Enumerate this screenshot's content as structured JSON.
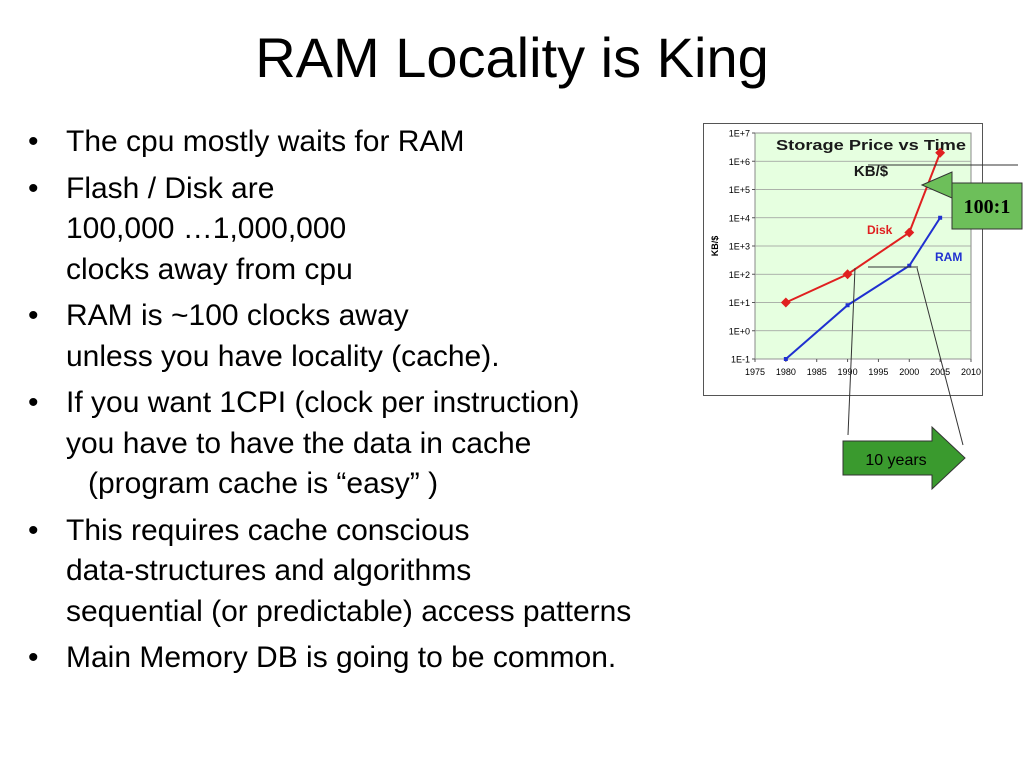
{
  "slide": {
    "title": "RAM Locality is King",
    "bullets": [
      {
        "lines": [
          "The cpu mostly waits for RAM"
        ]
      },
      {
        "lines": [
          "Flash / Disk are",
          "100,000 …1,000,000",
          "clocks away from cpu"
        ]
      },
      {
        "lines": [
          "RAM is ~100 clocks away",
          "unless you have locality (cache)."
        ]
      },
      {
        "lines": [
          "If you want 1CPI (clock per instruction)",
          "you have to have the data in cache",
          "(program cache is “easy” )"
        ],
        "indented_line": 2
      },
      {
        "lines": [
          "This requires cache conscious",
          "data-structures and algorithms",
          "sequential (or predictable) access patterns"
        ]
      },
      {
        "lines": [
          "Main Memory DB is going to be common."
        ]
      }
    ]
  },
  "chart_data": {
    "type": "line",
    "title": "Storage Price vs Time",
    "subtitle": "KB/$",
    "xlabel": "",
    "ylabel": "KB/$",
    "x_ticks": [
      1975,
      1980,
      1985,
      1990,
      1995,
      2000,
      2005,
      2010
    ],
    "y_ticks": [
      "1E-1",
      "1E+0",
      "1E+1",
      "1E+2",
      "1E+3",
      "1E+4",
      "1E+5",
      "1E+6",
      "1E+7"
    ],
    "xlim": [
      1975,
      2010
    ],
    "ylim_log10": [
      -1,
      7
    ],
    "y_scale": "log",
    "grid": true,
    "plot_background": "#e6ffe0",
    "series": [
      {
        "name": "Disk",
        "color": "#e02020",
        "x": [
          1980,
          1990,
          2000,
          2005
        ],
        "y": [
          10,
          100,
          3000,
          2000000
        ]
      },
      {
        "name": "RAM",
        "color": "#2030d0",
        "x": [
          1980,
          1990,
          2000,
          2005
        ],
        "y": [
          0.1,
          8,
          200,
          10000
        ]
      }
    ]
  },
  "callouts": {
    "ratio": {
      "label": "100:1",
      "color": "#6dbf5a"
    },
    "years": {
      "label": "10 years",
      "color": "#3a9a2e"
    }
  }
}
